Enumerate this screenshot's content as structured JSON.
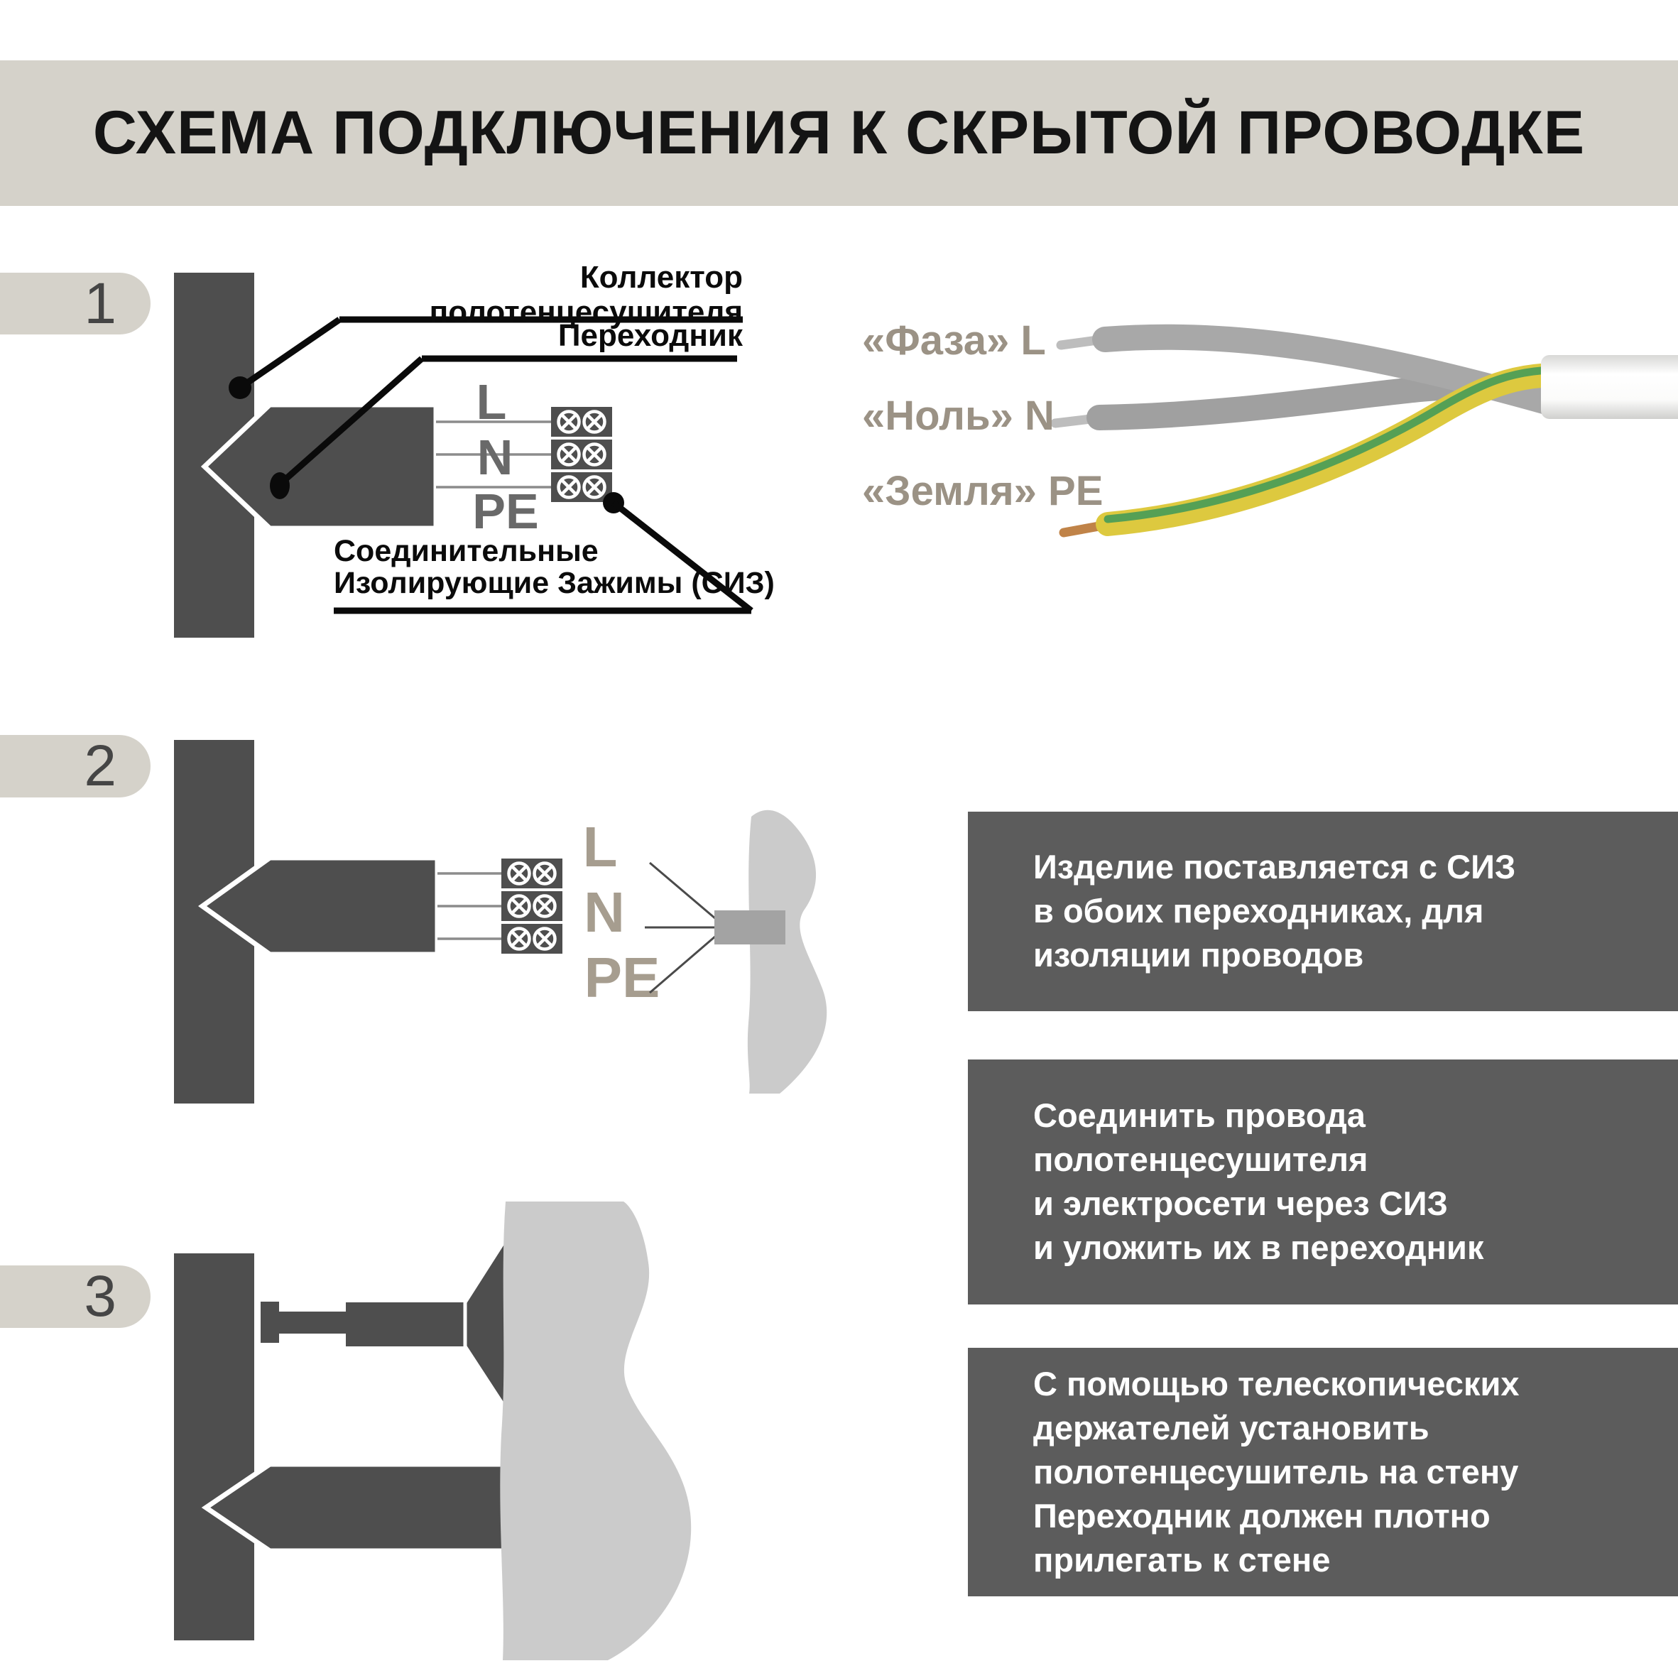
{
  "header": {
    "title": "СХЕМА ПОДКЛЮЧЕНИЯ К СКРЫТОЙ ПРОВОДКЕ"
  },
  "steps": [
    {
      "number": "1"
    },
    {
      "number": "2"
    },
    {
      "number": "3"
    }
  ],
  "diagram1": {
    "callout_collector": "Коллектор полотенцесушителя",
    "callout_adapter": "Переходник",
    "callout_clamps": "Соединительные\nИзолирующие Зажимы (СИЗ)",
    "terminal_l": "L",
    "terminal_n": "N",
    "terminal_pe": "PE"
  },
  "diagram2": {
    "terminal_l": "L",
    "terminal_n": "N",
    "terminal_pe": "PE"
  },
  "wire_legend": [
    {
      "label": "«Фаза» L"
    },
    {
      "label": "«Ноль» N"
    },
    {
      "label": "«Земля» PE"
    }
  ],
  "notes": [
    {
      "text": "Изделие поставляется с СИЗ\nв обоих переходниках, для\nизоляции проводов"
    },
    {
      "text": "Соединить провода\nполотенцесушителя\nи электросети через СИЗ\nи уложить их в переходник"
    },
    {
      "text": "С помощью телескопических\nдержателей установить\nполотенцесушитель на стену\nПереходник должен плотно\nприлегать к стене"
    }
  ],
  "colors": {
    "band_beige": "#d5d2ca",
    "shape_gray": "#4e4e4e",
    "note_bg": "#5c5c5c",
    "taupe_text": "#9b9285",
    "wall_gray": "#cbcbcb",
    "plug_gray": "#a3a3a3",
    "ground_yellow": "#ddc93f",
    "ground_green": "#55a055"
  }
}
